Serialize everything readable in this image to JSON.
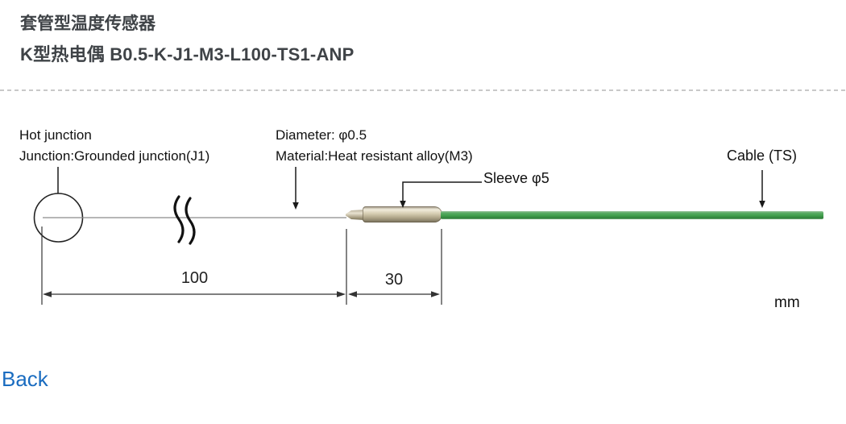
{
  "header": {
    "title": "套管型温度传感器",
    "subtitle": "K型热电偶 B0.5-K-J1-M3-L100-TS1-ANP"
  },
  "diagram": {
    "hot_junction_label": "Hot junction",
    "junction_type_label": "Junction:Grounded junction(J1)",
    "diameter_label": "Diameter: φ0.5",
    "material_label": "Material:Heat resistant alloy(M3)",
    "sleeve_label": "Sleeve φ5",
    "cable_label": "Cable (TS)",
    "dimensions": {
      "probe_length": "100",
      "sleeve_length": "30",
      "unit": "mm"
    },
    "colors": {
      "cable_green": "#44a24c",
      "sleeve_tan": "#c7bd9f",
      "line": "#1a1a1a",
      "divider_gray": "#c9c9c9"
    }
  },
  "footer": {
    "back_label": "Back",
    "link_color": "#1a6cc0"
  }
}
